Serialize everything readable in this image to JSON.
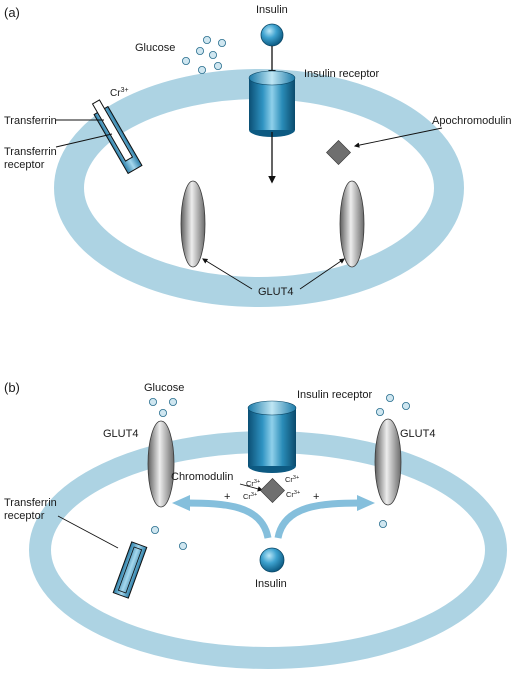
{
  "panel_a": {
    "tag": "(a)",
    "labels": {
      "insulin": "Insulin",
      "glucose": "Glucose",
      "insulin_receptor": "Insulin receptor",
      "cr3": "Cr",
      "cr3_sup": "3+",
      "transferrin": "Transferrin",
      "transferrin_receptor_l1": "Transferrin",
      "transferrin_receptor_l2": "receptor",
      "apochromodulin": "Apochromodulin",
      "glut4": "GLUT4"
    }
  },
  "panel_b": {
    "tag": "(b)",
    "labels": {
      "glucose": "Glucose",
      "insulin_receptor": "Insulin receptor",
      "glut4_left": "GLUT4",
      "glut4_right": "GLUT4",
      "chromodulin": "Chromodulin",
      "cr3": "Cr",
      "cr3_sup": "3+",
      "plus_left": "+",
      "plus_right": "+",
      "transferrin_receptor_l1": "Transferrin",
      "transferrin_receptor_l2": "receptor",
      "insulin": "Insulin"
    }
  },
  "colors": {
    "membrane": "#add3e3",
    "receptor_blue": "#2a8cb8",
    "glucose_fill": "#cfe6f0",
    "glut4_gray": "#9a9a9a",
    "chromodulin_gray": "#6f6f6f"
  }
}
